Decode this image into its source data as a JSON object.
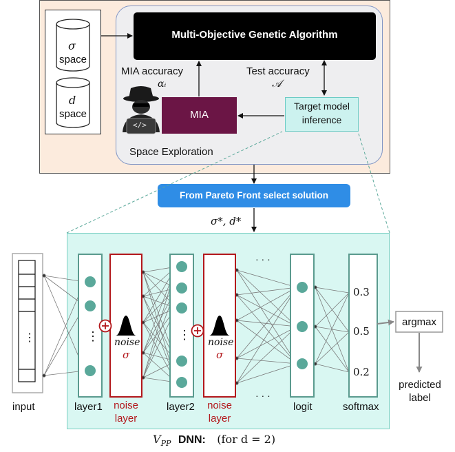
{
  "top": {
    "sigma_space_symbol": "σ",
    "sigma_space_label": "space",
    "d_space_symbol": "d",
    "d_space_label": "space",
    "moga_label": "Multi-Objective Genetic Algorithm",
    "mia_accuracy_label": "MIA accuracy",
    "mia_accuracy_symbol": "αᵢ",
    "test_accuracy_label": "Test accuracy",
    "test_accuracy_symbol": "𝒜",
    "mia_label": "MIA",
    "target_inference_line1": "Target model",
    "target_inference_line2": "inference",
    "space_exploration_label": "Space Exploration",
    "code_icon_text": "</>",
    "pareto_label": "From Pareto Front select solution",
    "solution_label": "σ*, d*"
  },
  "dnn": {
    "input_label": "input",
    "layer1_label": "layer1",
    "noise_layer_line1": "noise",
    "noise_layer_line2": "layer",
    "layer2_label": "layer2",
    "logit_label": "logit",
    "softmax_label": "softmax",
    "noise_text": "noise",
    "sigma_text": "σ",
    "softmax_values": [
      "0.3",
      "0.5",
      "0.2"
    ],
    "argmax_label": "argmax",
    "predicted_line1": "predicted",
    "predicted_line2": "label",
    "dots_vertical": "⋮",
    "dots_horizontal": "· · ·",
    "caption_symbol": "V",
    "caption_subscript": "PP",
    "caption_bold": "DNN:",
    "caption_rest": "(for d = 2)"
  },
  "colors": {
    "top_bg": "#fcebdd",
    "exploration_bg": "#eeeef0",
    "exploration_border": "#7f94c4",
    "moga_bg": "#000000",
    "mia_bg": "#6b1545",
    "target_bg": "#ccf2ef",
    "target_border": "#6ccbc5",
    "pareto_bg": "#2f8de6",
    "dnn_bg": "#d9f7f2",
    "dnn_border": "#79cfc2",
    "layer_border": "#5a9a8e",
    "node_fill": "#5aa89a",
    "noise_border": "#b3171b"
  }
}
